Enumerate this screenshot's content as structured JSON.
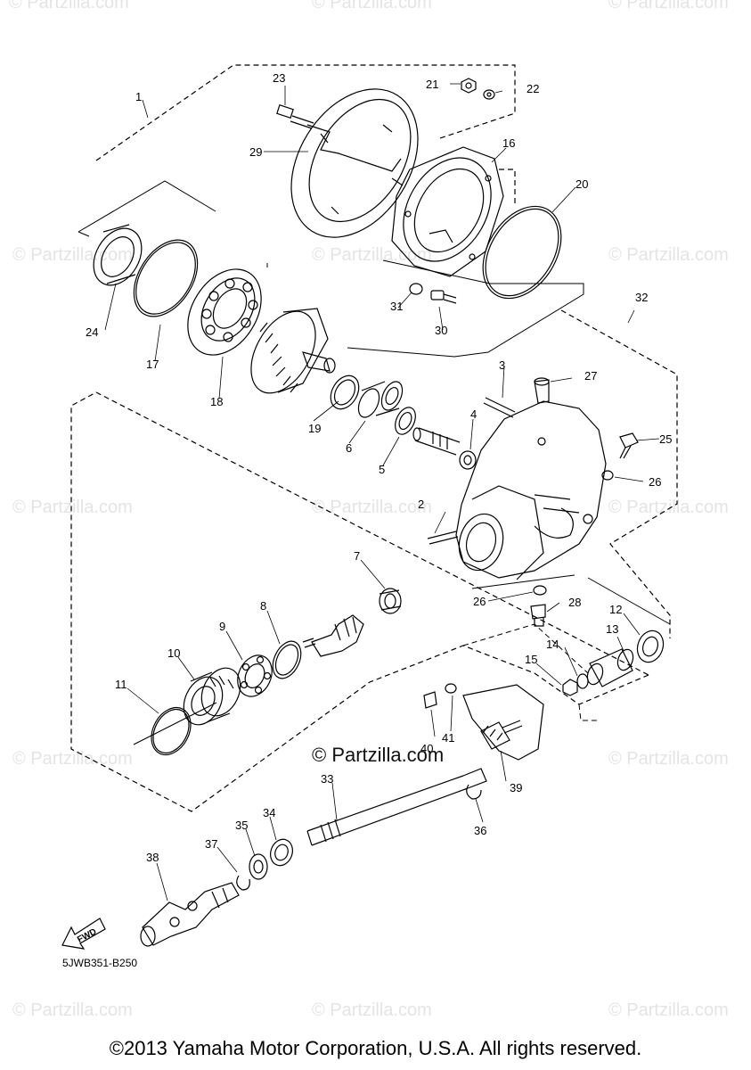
{
  "watermark": "© Partzilla.com",
  "center_watermark": "© Partzilla.com",
  "diagram_code": "5JWB351-B250",
  "copyright": "©2013 Yamaha Motor Corporation, U.S.A. All rights reserved.",
  "fwd_label": "FWD",
  "part_labels": [
    "1",
    "2",
    "3",
    "4",
    "5",
    "6",
    "7",
    "8",
    "9",
    "10",
    "11",
    "12",
    "13",
    "14",
    "15",
    "16",
    "17",
    "18",
    "19",
    "20",
    "21",
    "22",
    "23",
    "24",
    "25",
    "26",
    "26",
    "27",
    "28",
    "29",
    "30",
    "31",
    "32",
    "33",
    "34",
    "35",
    "36",
    "37",
    "38",
    "39",
    "40",
    "41"
  ]
}
